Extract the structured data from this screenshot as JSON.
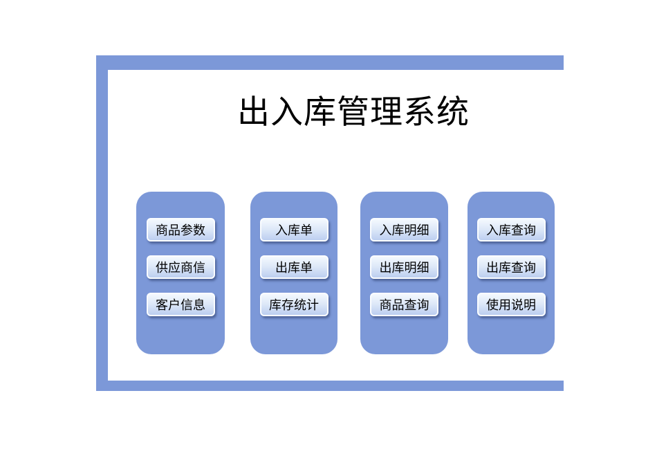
{
  "app": {
    "title": "出入库管理系统"
  },
  "colors": {
    "accent_blue": "#7C98D8",
    "button_gradient_top": "#F4F9FE",
    "button_gradient_bottom": "#BCCEF0",
    "title_text": "#000000"
  },
  "panels": [
    {
      "buttons": [
        "商品参数",
        "供应商信",
        "客户信息"
      ]
    },
    {
      "buttons": [
        "入库单",
        "出库单",
        "库存统计"
      ]
    },
    {
      "buttons": [
        "入库明细",
        "出库明细",
        "商品查询"
      ]
    },
    {
      "buttons": [
        "入库查询",
        "出库查询",
        "使用说明"
      ]
    }
  ]
}
